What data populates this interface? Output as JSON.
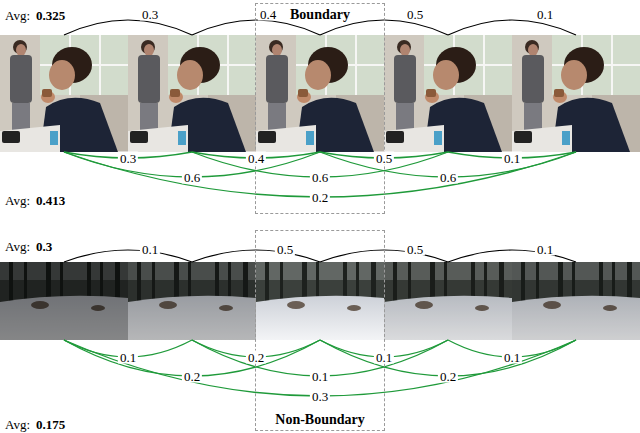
{
  "diagram": {
    "nodes": [
      {
        "text": [
          "Boundary"
        ]
      },
      {
        "text": [
          "Non-Boundary"
        ]
      }
    ],
    "labels": [
      "Avg:",
      "0.325",
      "0.3",
      "0.4",
      "0.5",
      "0.1",
      "0.3",
      "0.4",
      "0.5",
      "0.1",
      "0.6",
      "0.6",
      "0.6",
      "0.2",
      "Avg:",
      "0.413",
      "Avg:",
      "0.3",
      "0.1",
      "0.5",
      "0.5",
      "0.1",
      "0.1",
      "0.2",
      "0.1",
      "0.1",
      "0.2",
      "0.1",
      "0.2",
      "0.3",
      "Avg:",
      "0.175"
    ]
  }
}
